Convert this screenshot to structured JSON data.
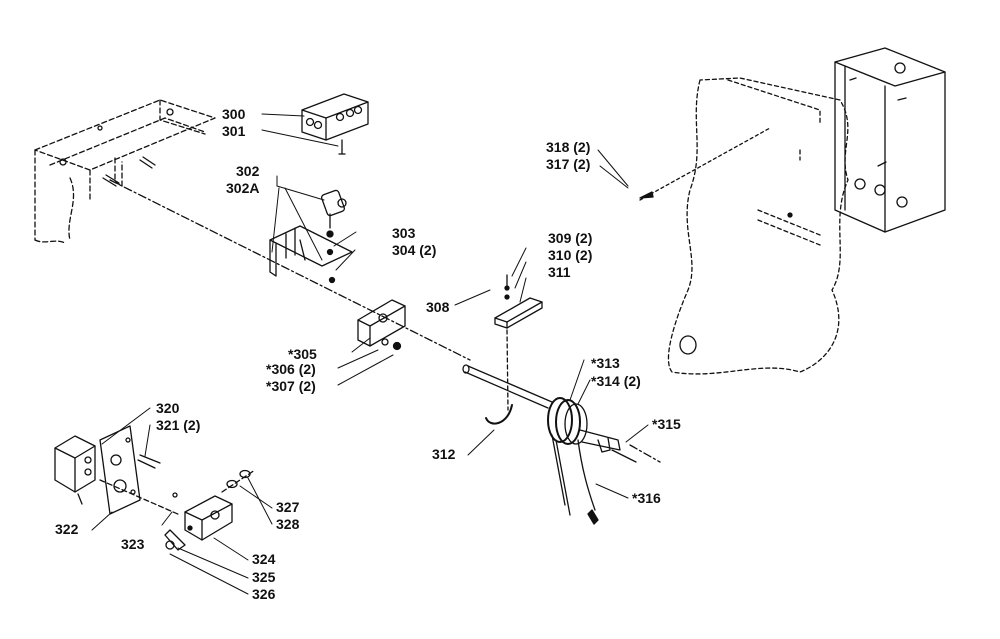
{
  "diagram": {
    "callouts": [
      {
        "id": "c300",
        "text": "300"
      },
      {
        "id": "c301",
        "text": "301"
      },
      {
        "id": "c302",
        "text": "302"
      },
      {
        "id": "c302a",
        "text": "302A"
      },
      {
        "id": "c303",
        "text": "303"
      },
      {
        "id": "c304",
        "text": "304 (2)"
      },
      {
        "id": "c305",
        "text": "*305"
      },
      {
        "id": "c306",
        "text": "*306 (2)"
      },
      {
        "id": "c307",
        "text": "*307 (2)"
      },
      {
        "id": "c308",
        "text": "308"
      },
      {
        "id": "c309",
        "text": "309 (2)"
      },
      {
        "id": "c310",
        "text": "310 (2)"
      },
      {
        "id": "c311",
        "text": "311"
      },
      {
        "id": "c312",
        "text": "312"
      },
      {
        "id": "c313",
        "text": "*313"
      },
      {
        "id": "c314",
        "text": "*314 (2)"
      },
      {
        "id": "c315",
        "text": "*315"
      },
      {
        "id": "c316",
        "text": "*316"
      },
      {
        "id": "c317",
        "text": "317 (2)"
      },
      {
        "id": "c318",
        "text": "318 (2)"
      },
      {
        "id": "c320",
        "text": "320"
      },
      {
        "id": "c321",
        "text": "321 (2)"
      },
      {
        "id": "c322",
        "text": "322"
      },
      {
        "id": "c323",
        "text": "323"
      },
      {
        "id": "c324",
        "text": "324"
      },
      {
        "id": "c325",
        "text": "325"
      },
      {
        "id": "c326",
        "text": "326"
      },
      {
        "id": "c327",
        "text": "327"
      },
      {
        "id": "c328",
        "text": "328"
      }
    ]
  }
}
